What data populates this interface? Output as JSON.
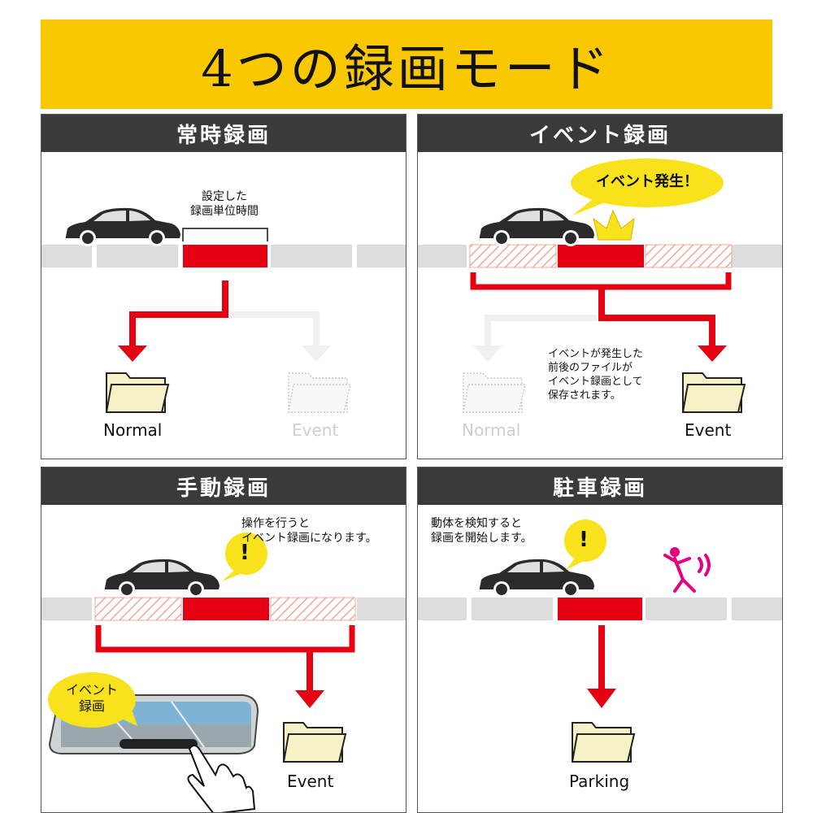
{
  "title": "4つの録画モード",
  "colors": {
    "banner": "#f9c800",
    "header": "#3a3a3a",
    "red": "#e50012",
    "road": "#dcdcdc",
    "folder": "#f7f1c8",
    "bubble": "#f7e21b",
    "figure": "#e4007f"
  },
  "panels": {
    "normal": {
      "header": "常時録画",
      "segment_note": "設定した\n録画単位時間",
      "label_active": "Normal",
      "label_faded": "Event"
    },
    "event": {
      "header": "イベント録画",
      "bubble": "イベント発生！",
      "note": "イベントが発生した\n前後のファイルが\nイベント録画として\n保存されます。",
      "label_faded": "Normal",
      "label_active": "Event"
    },
    "manual": {
      "header": "手動録画",
      "note": "操作を行うと\nイベント録画になります。",
      "bubble_mark": "!",
      "mirror_bubble": "イベント\n録画",
      "label": "Event"
    },
    "parking": {
      "header": "駐車録画",
      "note": "動体を検知すると\n録画を開始します。",
      "bubble_mark": "!",
      "label": "Parking"
    }
  }
}
